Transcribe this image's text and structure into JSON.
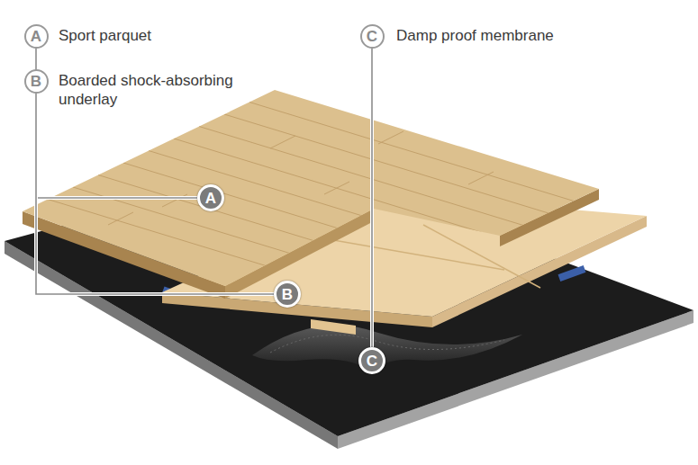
{
  "diagram": {
    "nodes": [
      {
        "text": [
          "A"
        ]
      },
      {
        "text": [
          "B"
        ]
      },
      {
        "text": [
          "C"
        ]
      },
      {
        "text": [
          "A"
        ]
      },
      {
        "text": [
          "B"
        ]
      },
      {
        "text": [
          "C"
        ]
      }
    ],
    "edges": [
      {
        "from": 0,
        "to": 3,
        "arrow": "none"
      },
      {
        "from": 1,
        "to": 4,
        "arrow": "none"
      },
      {
        "from": 2,
        "to": 5,
        "arrow": "none"
      }
    ],
    "labels": [
      "Sport parquet",
      "Boarded shock-absorbing underlay",
      "Damp proof membrane"
    ]
  }
}
